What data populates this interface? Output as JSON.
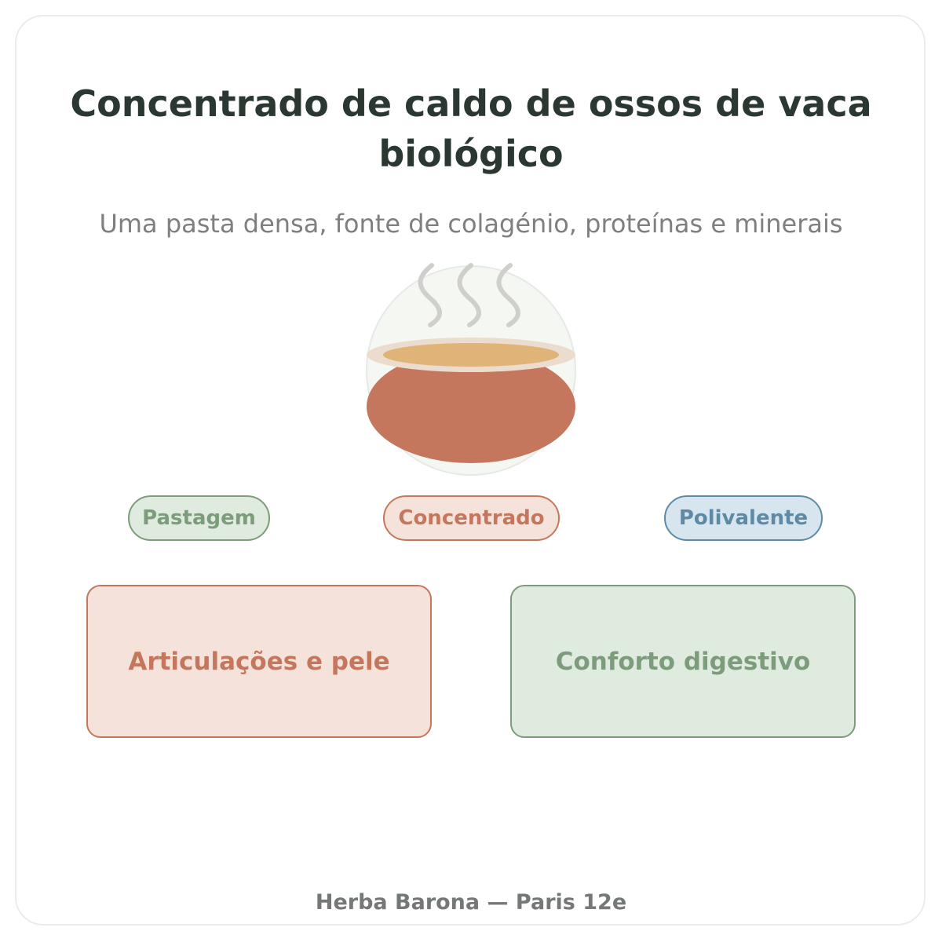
{
  "header": {
    "title": "Concentrado de caldo de ossos de vaca biológico",
    "subtitle": "Uma pasta densa, fonte de colagénio, proteínas e minerais"
  },
  "illustration": {
    "icon": "steaming-bowl-icon",
    "colors": {
      "bowl": "#c4775d",
      "broth": "#e0b478",
      "rim": "#ecdccd",
      "steam": "#cfcfcc",
      "backdrop": "#f5f7f3"
    }
  },
  "tags": [
    {
      "label": "Pastagem",
      "color": "#7c9c7b"
    },
    {
      "label": "Concentrado",
      "color": "#c4775d"
    },
    {
      "label": "Polivalente",
      "color": "#5f8aa5"
    }
  ],
  "benefits": [
    {
      "label": "Articulações e pele",
      "color": "#c4775d"
    },
    {
      "label": "Conforto digestivo",
      "color": "#7c9c7b"
    }
  ],
  "footer": {
    "text": "Herba Barona — Paris 12e"
  }
}
